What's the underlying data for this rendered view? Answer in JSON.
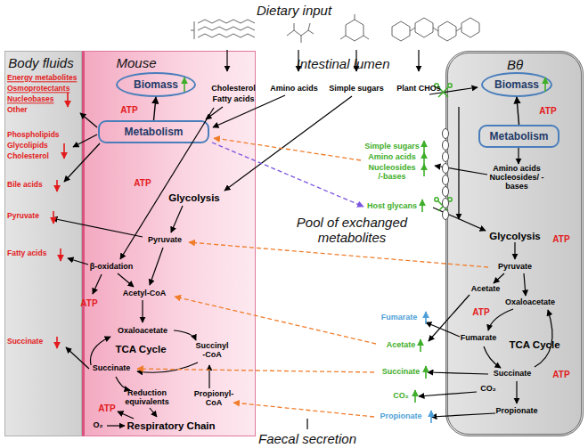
{
  "diagram": {
    "nodes": [
      {
        "text": [
          "Body fluids"
        ]
      },
      {
        "text": [
          "Mouse"
        ]
      },
      {
        "text": [
          "Biomass"
        ],
        "in": 1
      },
      {
        "text": [
          "Metabolism"
        ],
        "in": 1
      },
      {
        "text": [
          "Bθ"
        ]
      },
      {
        "text": [
          "Biomass"
        ],
        "in": 4
      },
      {
        "text": [
          "Metabolism"
        ],
        "in": 4
      }
    ],
    "edges": [
      {
        "from": 3,
        "to": 2,
        "arrow": "to"
      },
      {
        "from": 6,
        "to": 5,
        "arrow": "to"
      }
    ],
    "labels": [
      "Dietary input",
      "Intestinal lumen",
      "Pool of exchanged metabolites",
      "Faecal secretion",
      "Energy metabolites",
      "Osmoprotectants",
      "Nucleobases",
      "Other",
      "Phospholipids",
      "Glycolipids",
      "Cholesterol",
      "Bile acids",
      "Pyruvate",
      "Fatty acids",
      "Succinate",
      "Cholesterol",
      "Fatty acids",
      "Amino acids",
      "Simple sugars",
      "Plant CHOs",
      "ATP",
      "ATP",
      "Glycolysis",
      "Pyruvate",
      "β-oxidation",
      "ATP",
      "Acetyl-CoA",
      "Oxaloacetate",
      "TCA Cycle",
      "Succinyl -CoA",
      "Succinate",
      "Reduction equivalents",
      "Propionyl- CoA",
      "ATP",
      "O₂",
      "Respiratory Chain",
      "Simple sugars",
      "Amino acids",
      "Nucleosides /-bases",
      "Host glycans",
      "Fumarate",
      "Acetate",
      "Succinate",
      "CO₂",
      "Propionate",
      "ATP",
      "Amino acids Nucleosides/ -bases",
      "Glycolysis",
      "ATP",
      "Pyruvate",
      "ATP",
      "Acetate",
      "Oxaloacetate",
      "TCA Cycle",
      "Fumarate",
      "Succinate",
      "CO₂",
      "ATP",
      "Propionate"
    ]
  }
}
